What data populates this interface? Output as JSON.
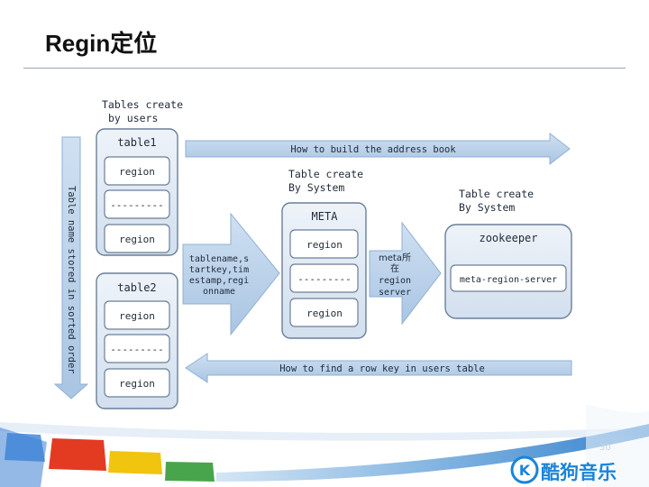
{
  "page_title": "Regin定位",
  "diagram": {
    "tables_label_line1": "Tables create",
    "tables_label_line2": "by users",
    "table1_label": "table1",
    "table2_label": "table2",
    "region_label": "region",
    "separator_label": "---------",
    "sorted_order_text": "Table name stored in sorted order",
    "address_book_text": "How to build the address book",
    "find_row_key_text": "How to find a row key in users table",
    "key_lines": [
      "tablename,s",
      "tartkey,tim",
      "estamp,regi",
      "onname"
    ],
    "meta_system_line1": "Table create",
    "meta_system_line2": "By System",
    "meta_label": "META",
    "meta_location_lines": [
      "meta所",
      "在",
      "region",
      "server"
    ],
    "zk_system_line1": "Table create",
    "zk_system_line2": "By System",
    "zookeeper_label": "zookeeper",
    "meta_region_server_label": "meta-region-server"
  },
  "footer": {
    "page_number": "30",
    "brand_icon": "K",
    "brand_name": "酷狗音乐"
  },
  "colors": {
    "arrow_fill": "#bcd3ea",
    "arrow_stroke": "#8fb0d3",
    "box_fill": "#dde7f2",
    "box_stroke": "#6b7f98",
    "brand": "#1c84d8"
  }
}
